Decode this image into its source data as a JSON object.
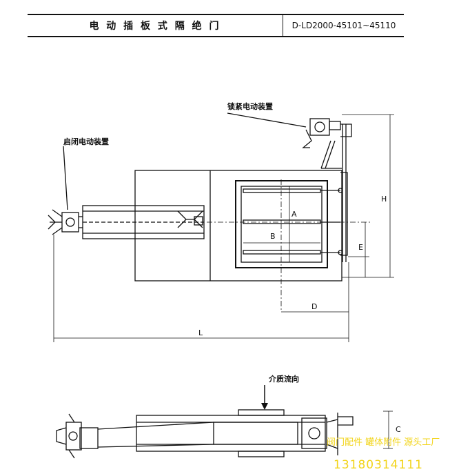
{
  "title_block": {
    "name": "电 动 插 板 式 隔 绝 门",
    "code": "D-LD2000-45101~45110"
  },
  "labels": {
    "lock_actuator": "锁紧电动装置",
    "open_close_actuator": "启闭电动装置",
    "flow_direction": "介质流向"
  },
  "dimensions": {
    "A": "A",
    "B": "B",
    "C": "C",
    "D": "D",
    "E": "E",
    "H": "H",
    "L": "L"
  },
  "watermark": {
    "line1": "阀门配件 罐体附件 源头工厂",
    "line2": "13180314111"
  }
}
